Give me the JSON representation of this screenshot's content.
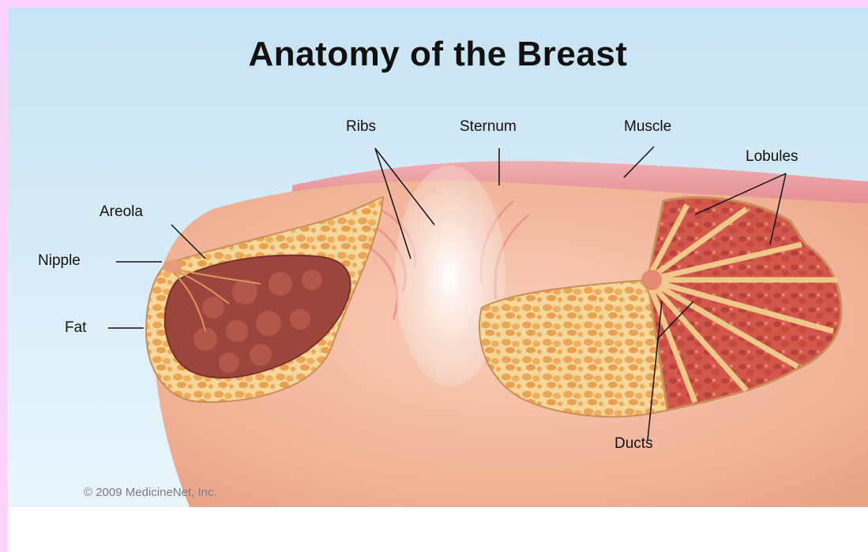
{
  "title": "Anatomy of the Breast",
  "labels": {
    "ribs": "Ribs",
    "sternum": "Sternum",
    "muscle": "Muscle",
    "lobules": "Lobules",
    "areola": "Areola",
    "nipple": "Nipple",
    "fat": "Fat",
    "ducts": "Ducts"
  },
  "copyright": "© 2009 MedicineNet, Inc.",
  "colors": {
    "page_border": "#fbd3fb",
    "sky": "#cfe7f4",
    "skin": "#f3b79c",
    "fat_tissue": "#f1bf6a",
    "lobule_tissue": "#8e3b33",
    "muscle": "#e8787c"
  }
}
